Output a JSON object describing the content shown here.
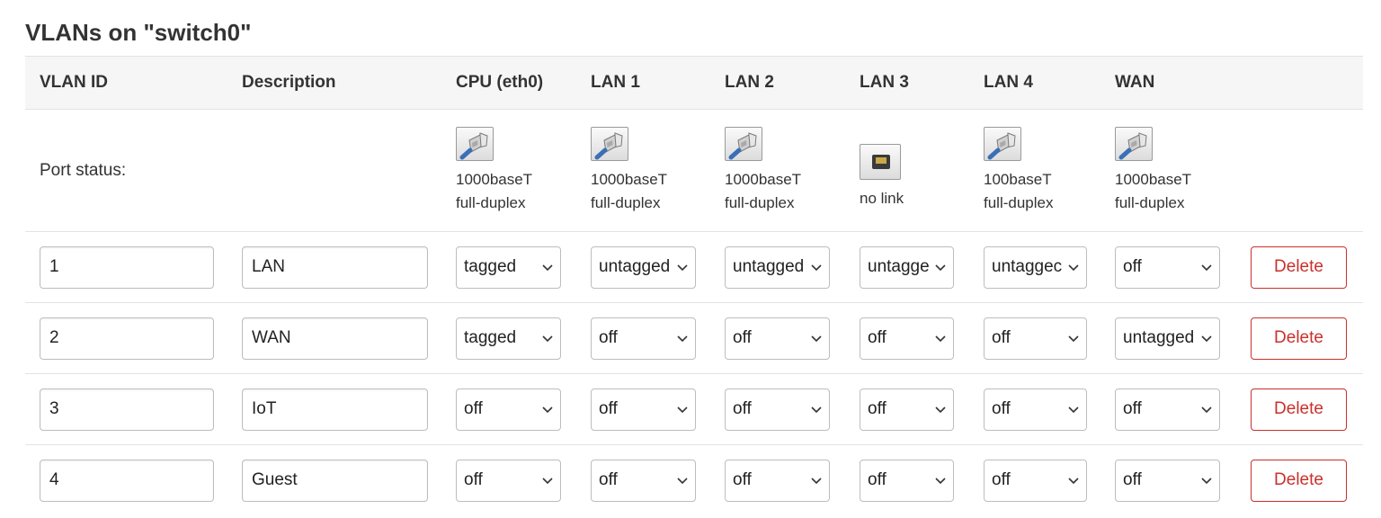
{
  "title": "VLANs on \"switch0\"",
  "columns": [
    "VLAN ID",
    "Description",
    "CPU (eth0)",
    "LAN 1",
    "LAN 2",
    "LAN 3",
    "LAN 4",
    "WAN"
  ],
  "port_status": {
    "label": "Port status:",
    "ports": [
      {
        "icon": "ethernet-connected-icon",
        "line1": "1000baseT",
        "line2": "full-duplex"
      },
      {
        "icon": "ethernet-connected-icon",
        "line1": "1000baseT",
        "line2": "full-duplex"
      },
      {
        "icon": "ethernet-connected-icon",
        "line1": "1000baseT",
        "line2": "full-duplex"
      },
      {
        "icon": "ethernet-disconnected-icon",
        "line1": "no link",
        "line2": ""
      },
      {
        "icon": "ethernet-connected-icon",
        "line1": "100baseT",
        "line2": "full-duplex"
      },
      {
        "icon": "ethernet-connected-icon",
        "line1": "1000baseT",
        "line2": "full-duplex"
      }
    ]
  },
  "vlans": [
    {
      "id": "1",
      "description": "LAN",
      "ports": [
        "tagged",
        "untagged",
        "untagged",
        "untagge",
        "untaggec",
        "off"
      ]
    },
    {
      "id": "2",
      "description": "WAN",
      "ports": [
        "tagged",
        "off",
        "off",
        "off",
        "off",
        "untagged"
      ]
    },
    {
      "id": "3",
      "description": "IoT",
      "ports": [
        "off",
        "off",
        "off",
        "off",
        "off",
        "off"
      ]
    },
    {
      "id": "4",
      "description": "Guest",
      "ports": [
        "off",
        "off",
        "off",
        "off",
        "off",
        "off"
      ]
    }
  ],
  "delete_label": "Delete",
  "colors": {
    "delete": "#c9302c",
    "header_bg": "#f6f6f6",
    "cable": "#3b6fb6"
  }
}
